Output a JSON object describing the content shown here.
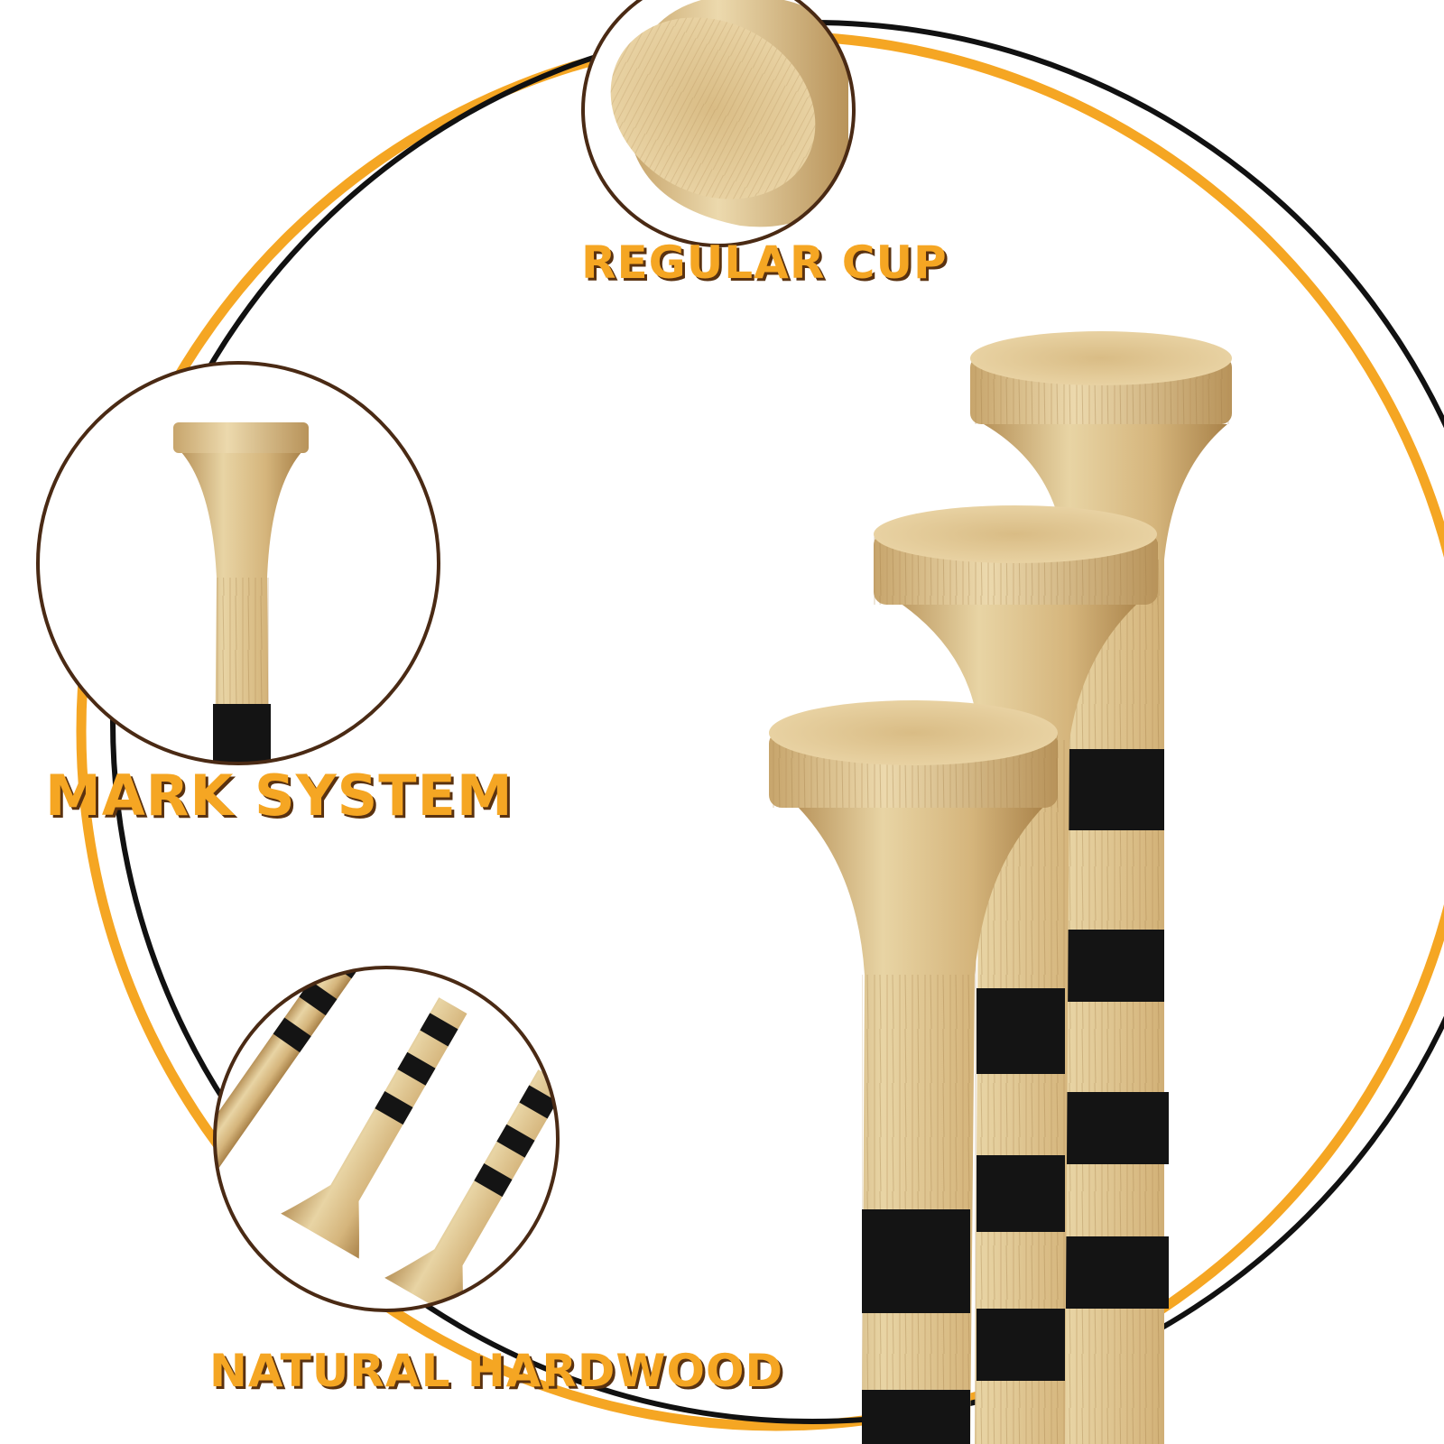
{
  "labels": {
    "regular_cup": "REGULAR CUP",
    "mark_system": "MARK SYSTEM",
    "natural_hardwood": "NATURAL HARDWOOD"
  },
  "colors": {
    "accent_orange": "#F5A623",
    "label_shadow": "#5a3210",
    "frame_brown": "#4a2a14",
    "ring_black": "#111111",
    "wood_light": "#e8d4a4",
    "wood_mid": "#d5b57c",
    "wood_dark": "#b8935a",
    "stripe_black": "#141414"
  }
}
